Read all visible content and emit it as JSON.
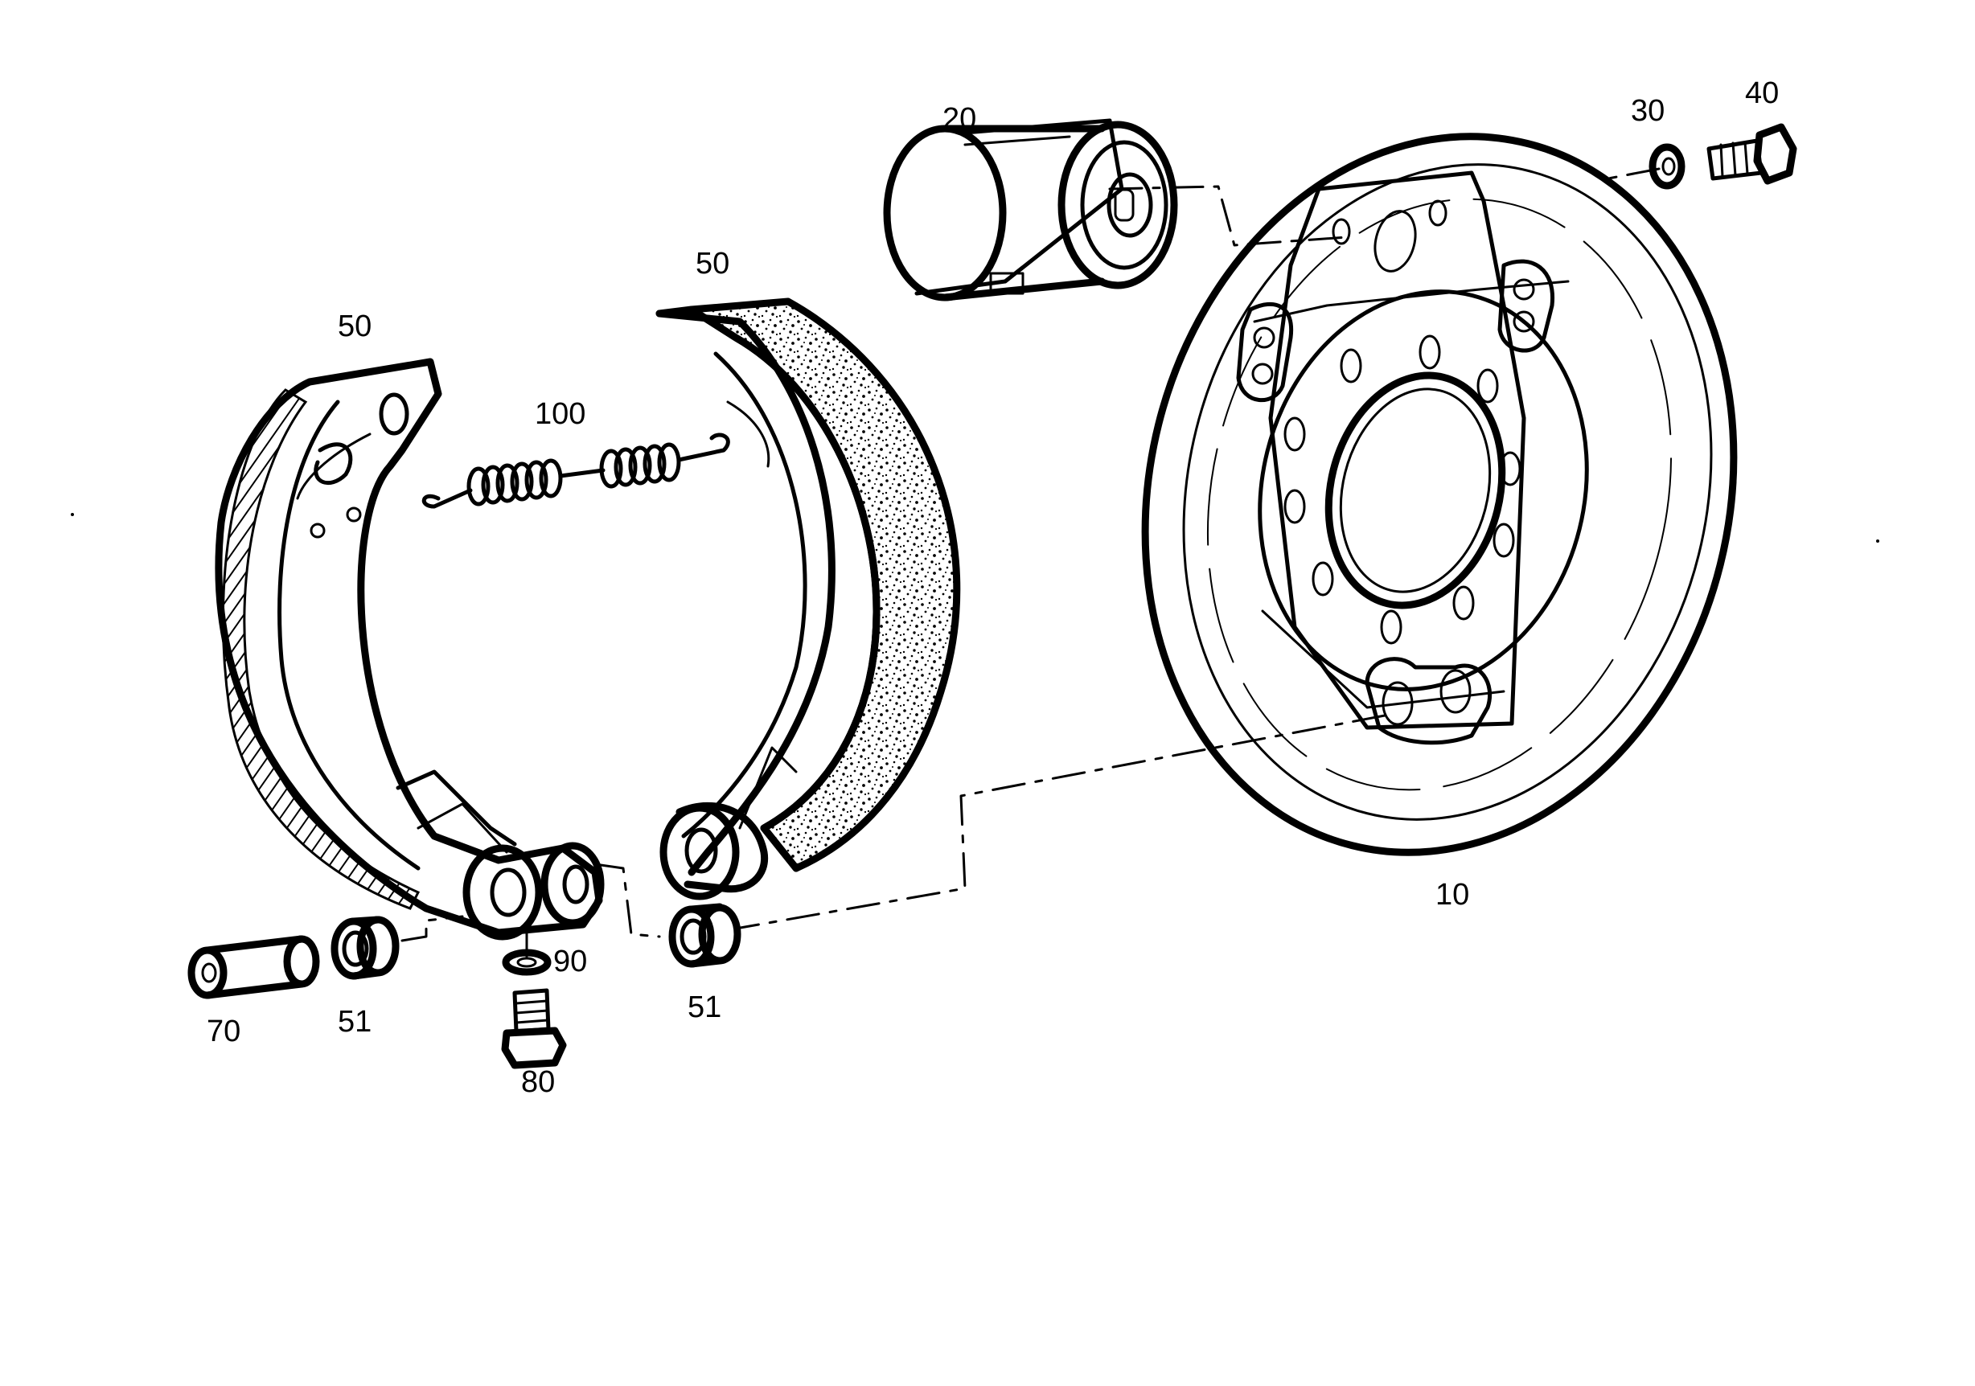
{
  "diagram": {
    "callouts": {
      "c10": "10",
      "c20": "20",
      "c30": "30",
      "c40": "40",
      "c50_left": "50",
      "c50_right": "50",
      "c51_left": "51",
      "c51_right": "51",
      "c70": "70",
      "c80": "80",
      "c90": "90",
      "c100": "100"
    },
    "colors": {
      "ink": "#000000",
      "paper": "#ffffff"
    }
  }
}
